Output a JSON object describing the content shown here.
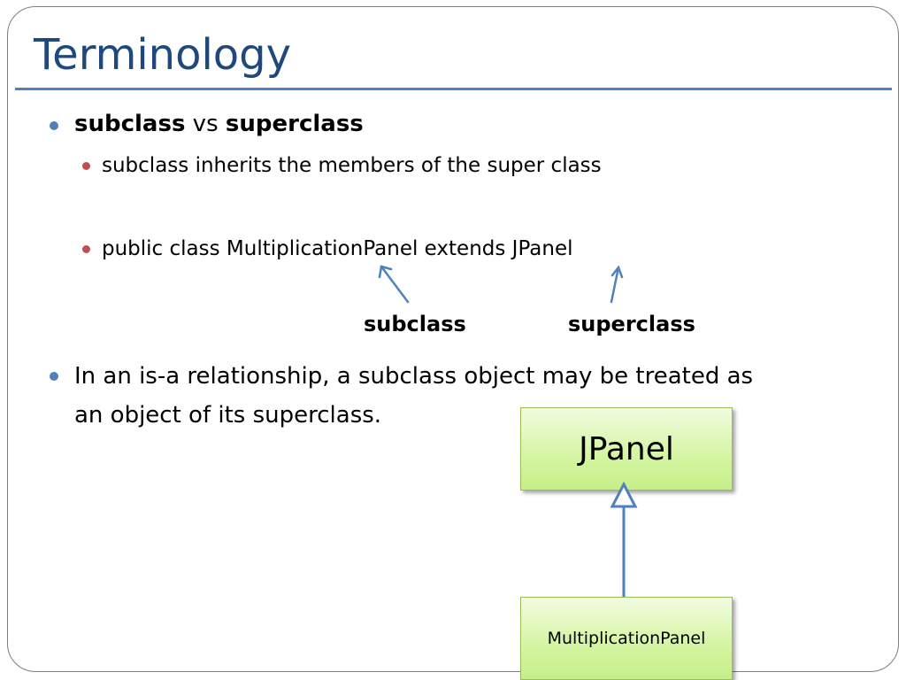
{
  "slide": {
    "title": "Terminology",
    "bullet1": {
      "part1": "subclass",
      "part2": " vs ",
      "part3": "superclass"
    },
    "sub1": "subclass inherits the members of the super class",
    "sub2": "public class MultiplicationPanel extends JPanel",
    "label_subclass": "subclass",
    "label_superclass": "superclass",
    "bullet2_line1": "In an is-a relationship, a subclass object may be treated as",
    "bullet2_line2": "an object of its superclass."
  },
  "diagram": {
    "superclass_box": "JPanel",
    "subclass_box": "MultiplicationPanel",
    "arrow_color": "#4f81bd",
    "box_border_color": "#9bbb59"
  },
  "colors": {
    "title": "#1f497d",
    "rule": "#4f81bd",
    "bullet_level1": "#4f81bd",
    "bullet_level2": "#c0504d"
  }
}
